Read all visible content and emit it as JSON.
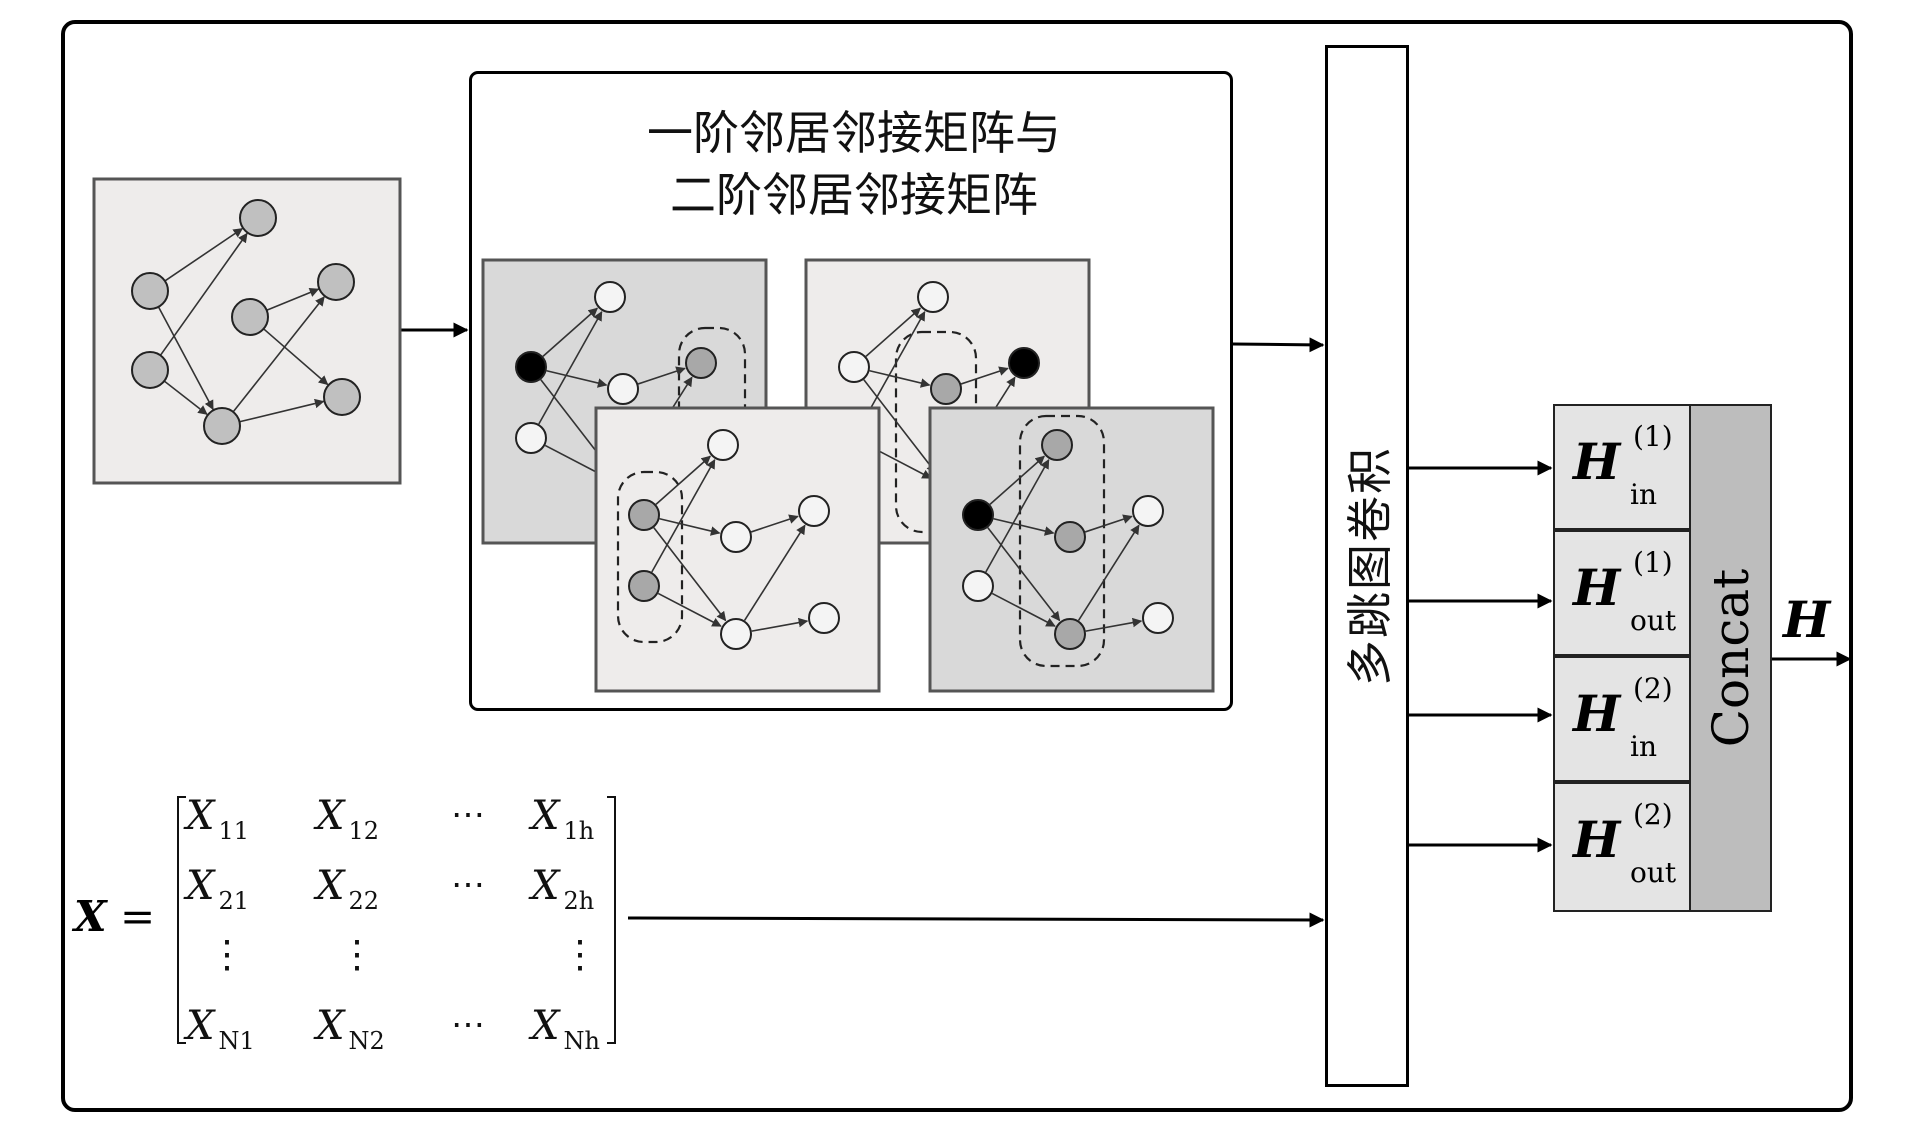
{
  "diagram": {
    "title": "Multi-hop graph convolution feature extraction",
    "input_graph": {
      "label": "input-graph",
      "node_fill": "#c0c0c0"
    },
    "adjacency_panel": {
      "title_line1": "一阶邻居邻接矩阵与",
      "title_line2": "二阶邻居邻接矩阵",
      "cards": [
        {
          "name": "first-order-in",
          "background": "#d9d9d9"
        },
        {
          "name": "second-order-in",
          "background": "#eeeceb"
        },
        {
          "name": "first-order-out",
          "background": "#eeeceb"
        },
        {
          "name": "second-order-out",
          "background": "#d9d9d9"
        }
      ],
      "node_colors": {
        "target": "#000000",
        "neighbor": "#a8a8a8",
        "other": "#f4f4f4"
      }
    },
    "conv_block": {
      "label": "多跳图卷积"
    },
    "feature_matrix": {
      "lhs": "X",
      "equals": "=",
      "rows": [
        [
          {
            "base": "X",
            "sub": "11"
          },
          {
            "base": "X",
            "sub": "12"
          },
          {
            "base": "⋯",
            "sub": ""
          },
          {
            "base": "X",
            "sub": "1h"
          }
        ],
        [
          {
            "base": "X",
            "sub": "21"
          },
          {
            "base": "X",
            "sub": "22"
          },
          {
            "base": "⋯",
            "sub": ""
          },
          {
            "base": "X",
            "sub": "2h"
          }
        ],
        [
          {
            "base": "⋮",
            "sub": ""
          },
          {
            "base": "⋮",
            "sub": ""
          },
          {
            "base": "",
            "sub": ""
          },
          {
            "base": "⋮",
            "sub": ""
          }
        ],
        [
          {
            "base": "X",
            "sub": "N1"
          },
          {
            "base": "X",
            "sub": "N2"
          },
          {
            "base": "⋯",
            "sub": ""
          },
          {
            "base": "X",
            "sub": "Nh"
          }
        ]
      ]
    },
    "outputs": [
      {
        "base": "H",
        "sup": "(1)",
        "sub": "in"
      },
      {
        "base": "H",
        "sup": "(1)",
        "sub": "out"
      },
      {
        "base": "H",
        "sup": "(2)",
        "sub": "in"
      },
      {
        "base": "H",
        "sup": "(2)",
        "sub": "out"
      }
    ],
    "concat": {
      "label": "Concat",
      "color": "#bdbdbd"
    },
    "final_output": "H"
  }
}
